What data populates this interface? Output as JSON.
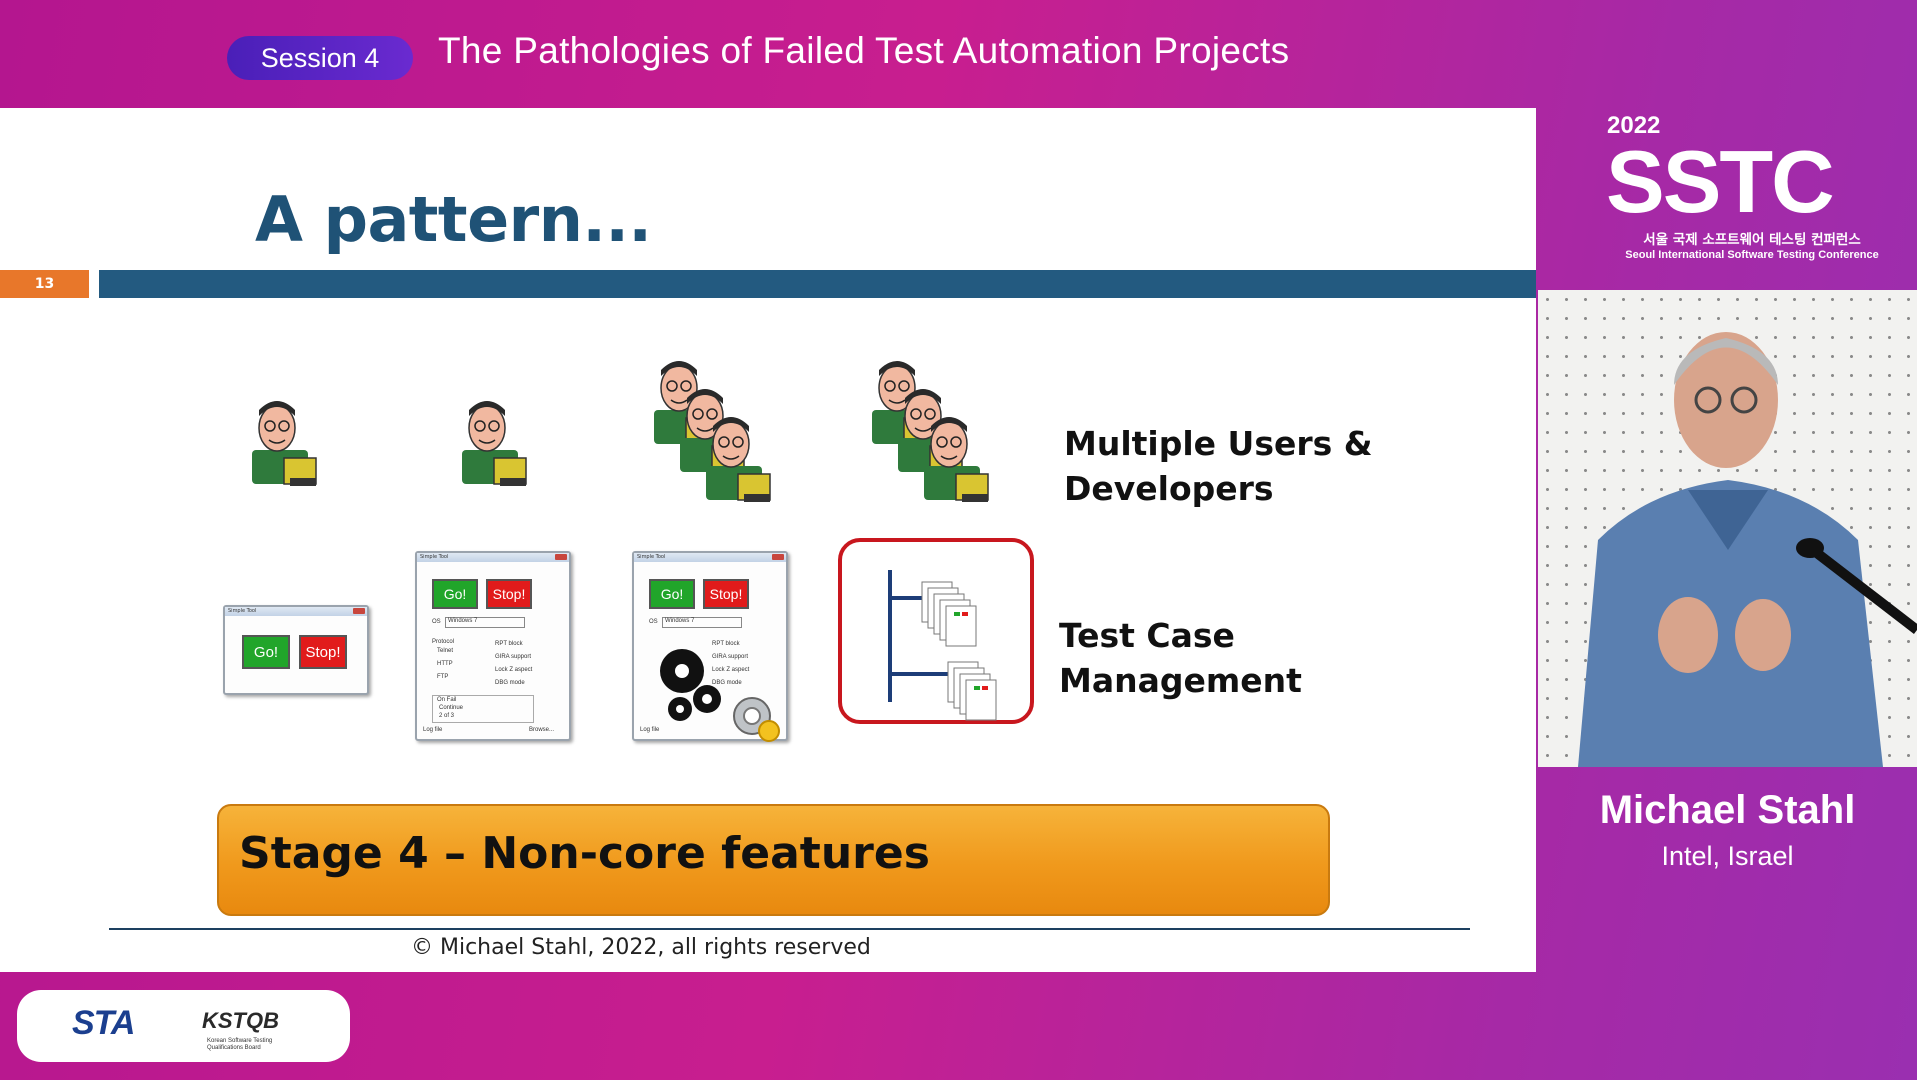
{
  "header": {
    "session_label": "Session 4",
    "talk_title": "The Pathologies of Failed Test Automation Projects"
  },
  "slide": {
    "heading": "A pattern...",
    "slide_number": "13",
    "row_labels": {
      "users": [
        "Multiple Users &",
        "Developers"
      ],
      "tcm": [
        "Test Case",
        "Management"
      ]
    },
    "tool": {
      "title": "Simple Tool",
      "go_label": "Go!",
      "stop_label": "Stop!",
      "os_label": "OS",
      "os_value": "Windows 7",
      "protocol_label": "Protocol",
      "protocols": [
        "Telnet",
        "HTTP",
        "FTP"
      ],
      "options": [
        "RPT block",
        "GIRA support",
        "Lock Z aspect",
        "DBG mode"
      ],
      "onfail_label": "On Fail",
      "onfail_options": [
        "Continue",
        "2 of 3"
      ],
      "log_label": "Log file",
      "browse_label": "Browse..."
    },
    "stage_banner": "Stage 4 – Non-core features",
    "copyright": "© Michael Stahl, 2022, all rights reserved"
  },
  "conference": {
    "year": "2022",
    "name": "SSTC",
    "name_korean": "서울 국제 소프트웨어 테스팅 컨퍼런스",
    "name_english": "Seoul International Software Testing Conference"
  },
  "speaker": {
    "name": "Michael Stahl",
    "affiliation": "Intel, Israel"
  },
  "sponsors": {
    "sta": "STA",
    "kstqb": "KSTQB",
    "kstqb_subtitle": [
      "Korean Software Testing",
      "Qualifications Board"
    ]
  }
}
